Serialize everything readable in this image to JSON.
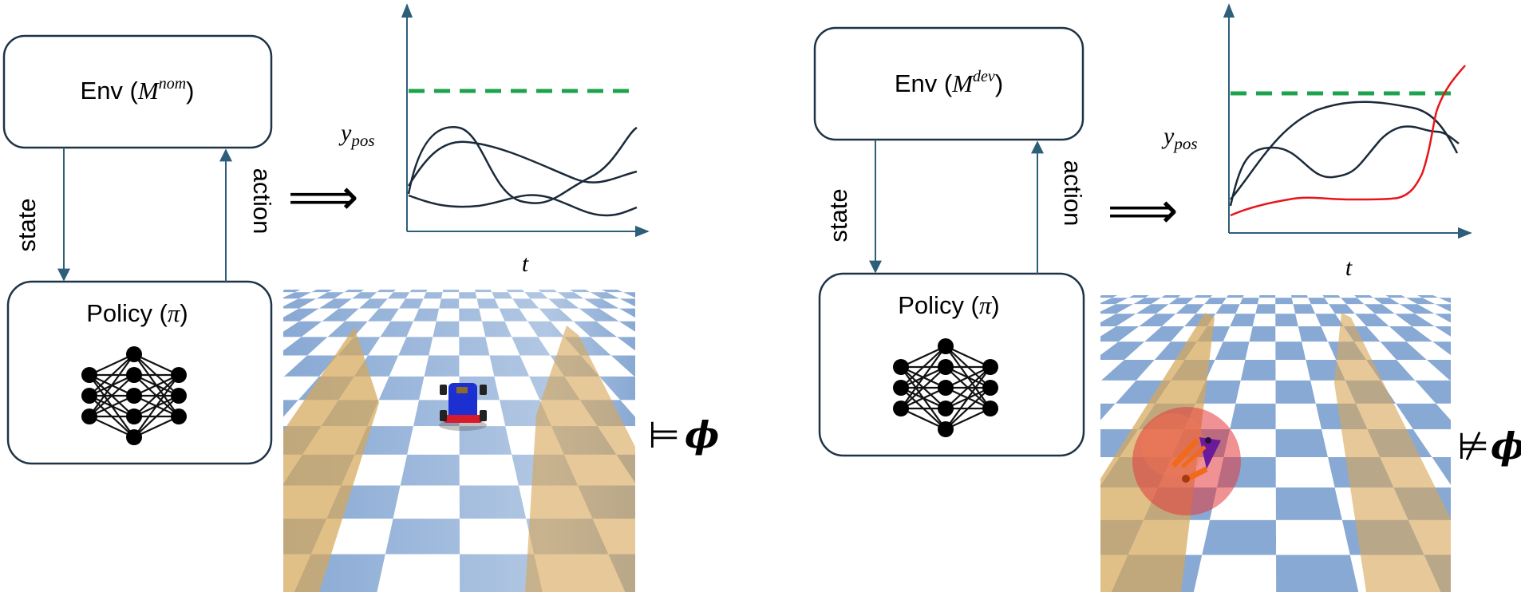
{
  "colors": {
    "box_stroke": "#1f3347",
    "arrow": "#2d5f7a",
    "threshold": "#1ea34d",
    "trace": "#1b2a3a",
    "violation": "#e8141b",
    "tile_dark": "#88a9d4",
    "tile_light": "#ffffff",
    "wall": "#d6a75a",
    "sky": "#f6f3ee"
  },
  "panels": [
    {
      "id": "nominal",
      "env": {
        "prefix": "Env (",
        "symbol": "M",
        "superscript": "nom",
        "suffix": ")"
      },
      "policy": {
        "prefix": "Policy (",
        "symbol": "π",
        "suffix": ")"
      },
      "state_label": "state",
      "action_label": "action",
      "implies": "⟹",
      "plot": {
        "ylabel": "y",
        "ylabel_sub": "pos",
        "xlabel": "t"
      },
      "relation": "⊨",
      "spec": "ϕ",
      "scene_icons": [
        "car-robot-icon"
      ]
    },
    {
      "id": "deviated",
      "env": {
        "prefix": "Env (",
        "symbol": "M",
        "superscript": "dev",
        "suffix": ")"
      },
      "policy": {
        "prefix": "Policy (",
        "symbol": "π",
        "suffix": ")"
      },
      "state_label": "state",
      "action_label": "action",
      "implies": "⟹",
      "plot": {
        "ylabel": "y",
        "ylabel_sub": "pos",
        "xlabel": "t"
      },
      "relation": "⊭",
      "spec": "ϕ",
      "scene_icons": [
        "legged-robot-icon",
        "obstacle-sphere-icon"
      ]
    }
  ]
}
